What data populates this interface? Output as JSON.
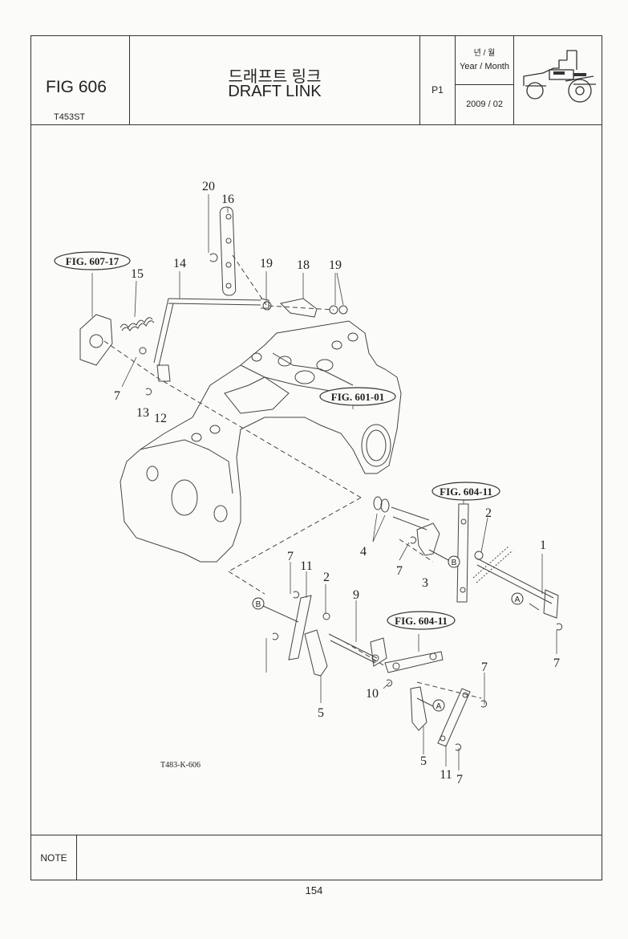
{
  "header": {
    "figure_no": "FIG 606",
    "model": "T453ST",
    "title_ko": "드래프트 링크",
    "title_en": "DRAFT LINK",
    "page_ref": "P1",
    "year_month_ko": "년 / 월",
    "year_month_en": "Year / Month",
    "date": "2009 / 02"
  },
  "diagram": {
    "code": "T483-K-606",
    "references": [
      "FIG. 607-17",
      "FIG. 601-01",
      "FIG. 604-11",
      "FIG. 604-11"
    ],
    "markers": [
      "A",
      "B",
      "B",
      "A"
    ],
    "callouts": [
      "20",
      "16",
      "14",
      "19",
      "18",
      "19",
      "15",
      "7",
      "13",
      "12",
      "4",
      "7",
      "3",
      "2",
      "1",
      "7",
      "11",
      "2",
      "9",
      "7",
      "5",
      "10",
      "5",
      "11",
      "7",
      "7"
    ]
  },
  "note_label": "NOTE",
  "page_number": "154"
}
